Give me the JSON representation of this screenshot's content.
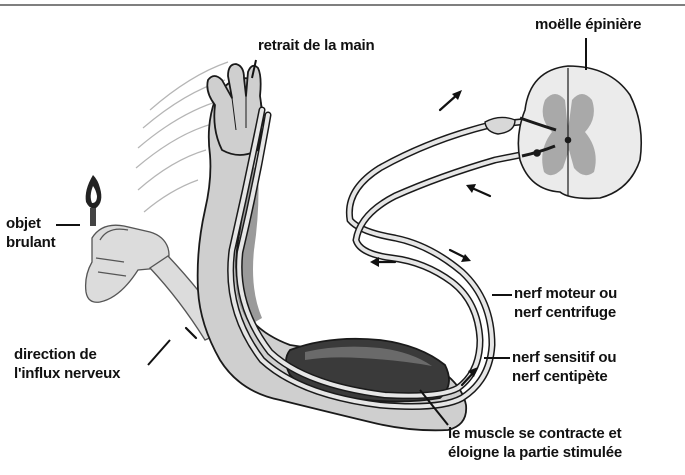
{
  "labels": {
    "spinal_cord": "moëlle épinière",
    "hand_withdrawal": "retrait de la main",
    "hot_object": [
      "objet",
      "brulant"
    ],
    "motor_nerve": [
      "nerf moteur ou",
      "nerf centrifuge"
    ],
    "sensory_nerve": [
      "nerf sensitif ou",
      "nerf centipète"
    ],
    "impulse_direction": [
      "direction de",
      "l'influx nerveux"
    ],
    "muscle": [
      "le muscle se contracte et",
      "éloigne la partie stimulée"
    ]
  },
  "colors": {
    "outline": "#1a1a1a",
    "arm_fill": "#cfcfcf",
    "arm_shade": "#9a9a9a",
    "muscle": "#3a3a3a",
    "gray_matter": "#a9a9a9",
    "white_matter": "#ebebeb",
    "nerve_fill": "#e6e6e6",
    "flame": "#222222"
  },
  "icons": {
    "flame": "flame-icon",
    "arrow": "impulse-arrow-icon"
  }
}
